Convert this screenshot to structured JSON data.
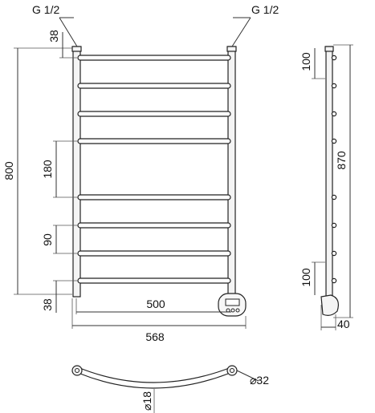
{
  "drawing": {
    "connection_left": "G 1/2",
    "connection_right": "G 1/2",
    "dims": {
      "top_offset": "38",
      "height": "800",
      "upper_spacing": "180",
      "lower_spacing": "90",
      "bottom_offset": "38",
      "center_width": "500",
      "overall_width": "568",
      "side_top": "100",
      "side_height": "870",
      "side_bottom": "100",
      "side_depth": "40",
      "pipe_diameter": "⌀32",
      "bar_diameter": "⌀18"
    }
  }
}
